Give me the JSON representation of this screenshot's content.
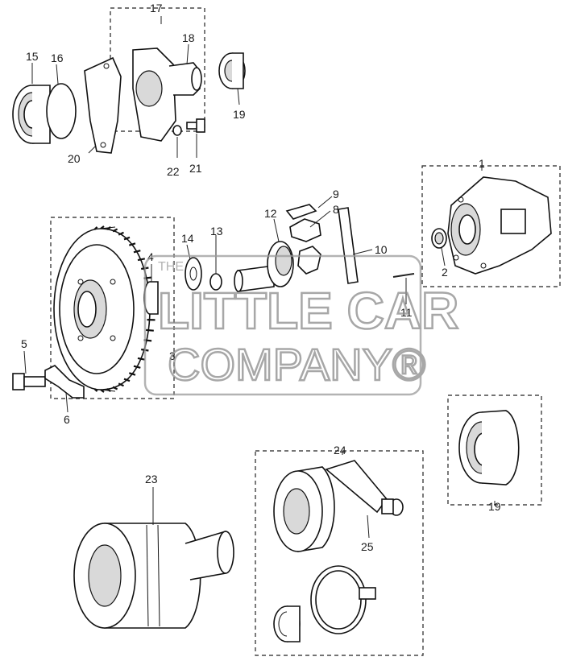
{
  "callouts": {
    "c1": "1",
    "c2": "2",
    "c3": "3",
    "c4": "4",
    "c5": "5",
    "c6": "6",
    "c8": "8",
    "c9": "9",
    "c10": "10",
    "c11": "11",
    "c12": "12",
    "c13": "13",
    "c14": "14",
    "c15": "15",
    "c16": "16",
    "c17": "17",
    "c18": "18",
    "c19a": "19",
    "c19b": "19",
    "c20": "20",
    "c21": "21",
    "c22": "22",
    "c23": "23",
    "c24": "24",
    "c25": "25"
  },
  "watermark": {
    "the": "THE",
    "line1": "LITTLE CAR",
    "line2": "COMPANY®"
  }
}
